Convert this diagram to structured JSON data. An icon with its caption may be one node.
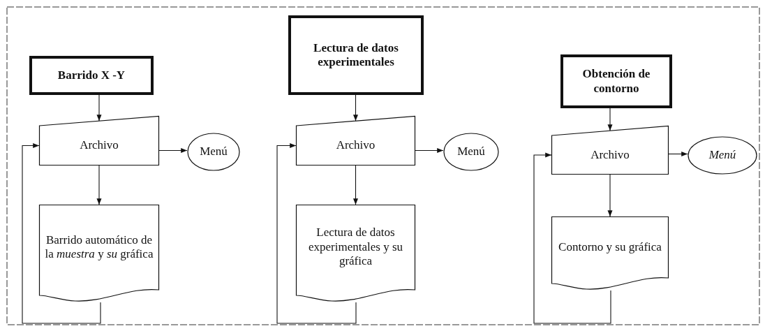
{
  "diagram": {
    "nodes": [
      {
        "text": [
          "Barrido  X -Y"
        ]
      },
      {
        "text": [
          "Archivo"
        ]
      },
      {
        "text": [
          "Menú"
        ]
      },
      {
        "text": [
          "Barrido automático de la *muestra* y *su* gráfica"
        ]
      },
      {
        "text": [
          "Lectura de datos experimentales"
        ]
      },
      {
        "text": [
          "Archivo"
        ]
      },
      {
        "text": [
          "Menú"
        ]
      },
      {
        "text": [
          "Lectura de datos experimentales y su gráfica"
        ]
      },
      {
        "text": [
          "Obtención de contorno"
        ]
      },
      {
        "text": [
          "Archivo"
        ]
      },
      {
        "text": [
          "Menú"
        ]
      },
      {
        "text": [
          "Contorno y su gráfica"
        ]
      }
    ],
    "edges": [
      {
        "from": 0,
        "to": 1,
        "arrow": "to"
      },
      {
        "from": 1,
        "to": 2,
        "arrow": "to"
      },
      {
        "from": 1,
        "to": 3,
        "arrow": "to"
      },
      {
        "from": 3,
        "to": 1,
        "arrow": "to"
      },
      {
        "from": 4,
        "to": 5,
        "arrow": "to"
      },
      {
        "from": 5,
        "to": 6,
        "arrow": "to"
      },
      {
        "from": 5,
        "to": 7,
        "arrow": "to"
      },
      {
        "from": 7,
        "to": 5,
        "arrow": "to"
      },
      {
        "from": 8,
        "to": 9,
        "arrow": "to"
      },
      {
        "from": 9,
        "to": 10,
        "arrow": "to"
      },
      {
        "from": 9,
        "to": 11,
        "arrow": "to"
      },
      {
        "from": 11,
        "to": 9,
        "arrow": "to"
      }
    ]
  }
}
